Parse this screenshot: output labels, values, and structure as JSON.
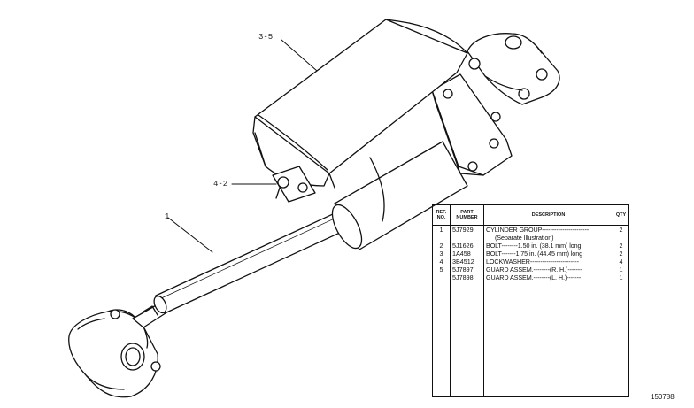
{
  "callouts": {
    "guard": "3-5",
    "bolt": "4-2",
    "cylinder": "1"
  },
  "table": {
    "headers": {
      "ref_no": "REF. NO.",
      "part_number": "PART NUMBER",
      "description": "DESCRIPTION",
      "qty": "QTY"
    },
    "rows": [
      {
        "ref": "1",
        "part": "5J7929",
        "desc": "CYLINDER GROUP-----------------------",
        "qty": "2"
      },
      {
        "ref": "",
        "part": "",
        "desc": "(Separate Illustration)",
        "qty": ""
      },
      {
        "ref": "2",
        "part": "5J1626",
        "desc": "BOLT--------1.50 in. (38.1 mm) long",
        "qty": "2"
      },
      {
        "ref": "3",
        "part": "1A458",
        "desc": "BOLT-------1.75 in. (44.45 mm) long",
        "qty": "2"
      },
      {
        "ref": "4",
        "part": "3B4512",
        "desc": "LOCKWASHER------------------------",
        "qty": "4"
      },
      {
        "ref": "5",
        "part": "5J7897",
        "desc": "GUARD ASSEM.--------(R. H.)-------",
        "qty": "1"
      },
      {
        "ref": "",
        "part": "5J7898",
        "desc": "GUARD ASSEM.--------(L. H.)-------",
        "qty": "1"
      }
    ]
  },
  "drawing_number": "150788"
}
